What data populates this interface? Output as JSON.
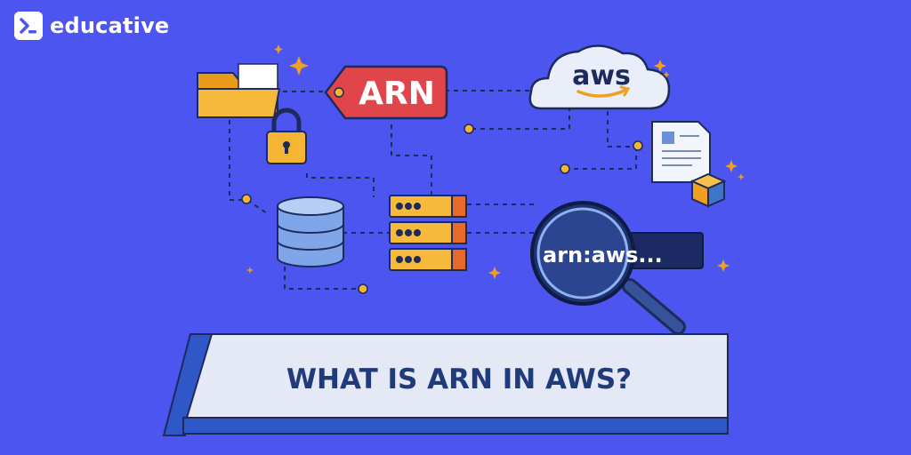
{
  "brand": {
    "name": "educative",
    "icon": "terminal-prompt-icon"
  },
  "tag": {
    "label": "ARN"
  },
  "cloud": {
    "label": "aws"
  },
  "search": {
    "text": "arn:aws..."
  },
  "banner": {
    "title": "WHAT IS ARN IN AWS?"
  },
  "colors": {
    "background": "#4c55ef",
    "tag_red": "#e0454b",
    "banner_bg": "#e5e9f5",
    "banner_text": "#1f3b7a",
    "accent_orange": "#f0a020"
  },
  "icons": [
    "folder-icon",
    "padlock-icon",
    "database-icon",
    "server-rack-icon",
    "cloud-icon",
    "document-icon",
    "cube-icon",
    "magnifier-icon",
    "sparkle-icon"
  ]
}
